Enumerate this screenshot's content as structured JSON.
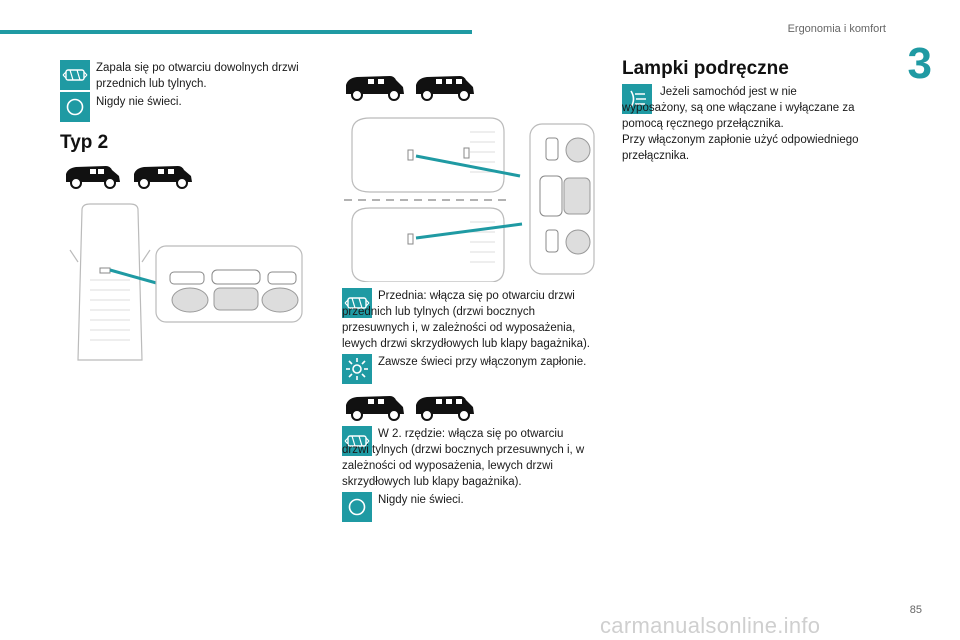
{
  "header": {
    "section_title": "Ergonomia i komfort",
    "chapter_number": "3",
    "page_number": "85"
  },
  "left": {
    "item1_text": "Zapala się po otwarciu dowolnych drzwi przednich lub tylnych.",
    "item2_text": "Nigdy nie świeci.",
    "type_heading": "Typ 2"
  },
  "middle": {
    "front_text": "Przednia: włącza się po otwarciu drzwi przednich lub tylnych (drzwi bocznych przesuwnych i, w zależności od wyposażenia, lewych drzwi skrzydłowych lub klapy bagażnika).",
    "always_text": "Zawsze świeci przy włączonym zapłonie.",
    "row2_text": "W 2. rzędzie: włącza się po otwarciu drzwi tylnych (drzwi bocznych przesuwnych i, w zależności od wyposażenia, lewych drzwi skrzydłowych lub klapy bagażnika).",
    "never_text": "Nigdy nie świeci."
  },
  "right": {
    "heading": "Lampki podręczne",
    "para1": "Jeżeli samochód jest w nie wyposażony, są one włączane i wyłączane za pomocą ręcznego przełącznika.",
    "para2": "Przy włączonym zapłonie użyć odpowiedniego przełącznika."
  },
  "watermark": "carmanualsonline.info",
  "icons": {
    "door_icon": "door-open-icon",
    "off_icon": "circle-off-icon",
    "on_icon": "sun-icon",
    "manual_icon": "manual-light-icon"
  },
  "colors": {
    "accent": "#1f9aa3"
  }
}
